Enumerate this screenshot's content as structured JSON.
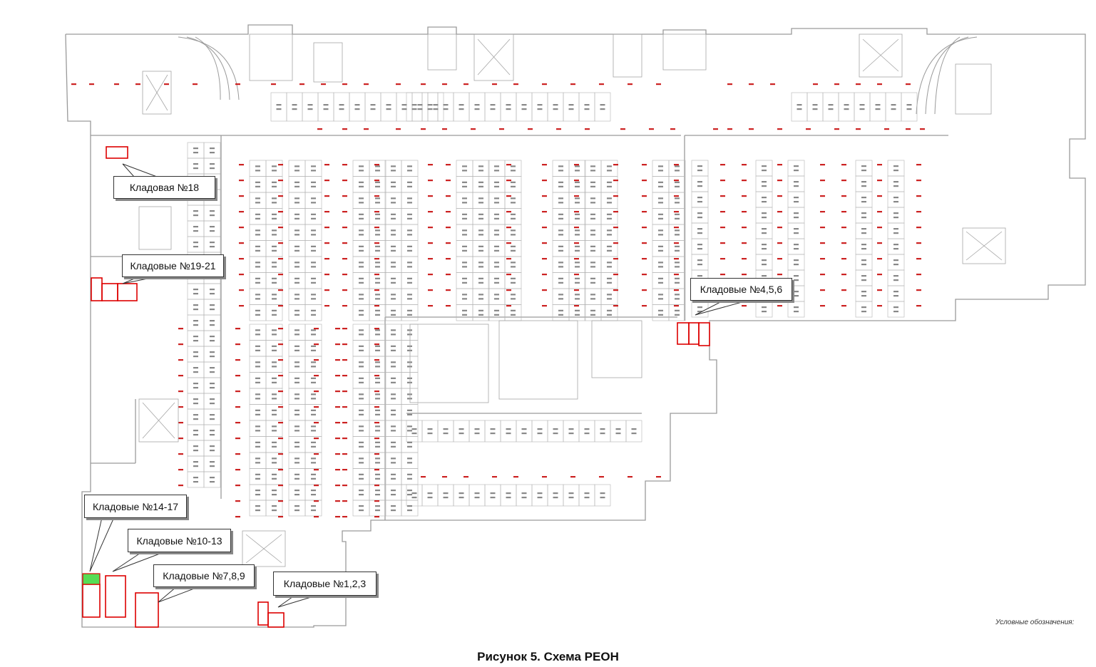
{
  "callouts": {
    "c18": "Кладовая №18",
    "c19_21": "Кладовые №19-21",
    "c4_6": "Кладовые №4,5,6",
    "c14_17": "Кладовые №14-17",
    "c10_13": "Кладовые №10-13",
    "c7_9": "Кладовые №7,8,9",
    "c1_3": "Кладовые №1,2,3"
  },
  "caption": "Рисунок 5. Схема РЕОН",
  "legend_note": "Условные обозначения:",
  "colors": {
    "wall": "#9a9a9a",
    "room_number": "#cc2222",
    "highlight": "#dd0000",
    "green_fill": "#55dd55",
    "text": "#111111"
  }
}
